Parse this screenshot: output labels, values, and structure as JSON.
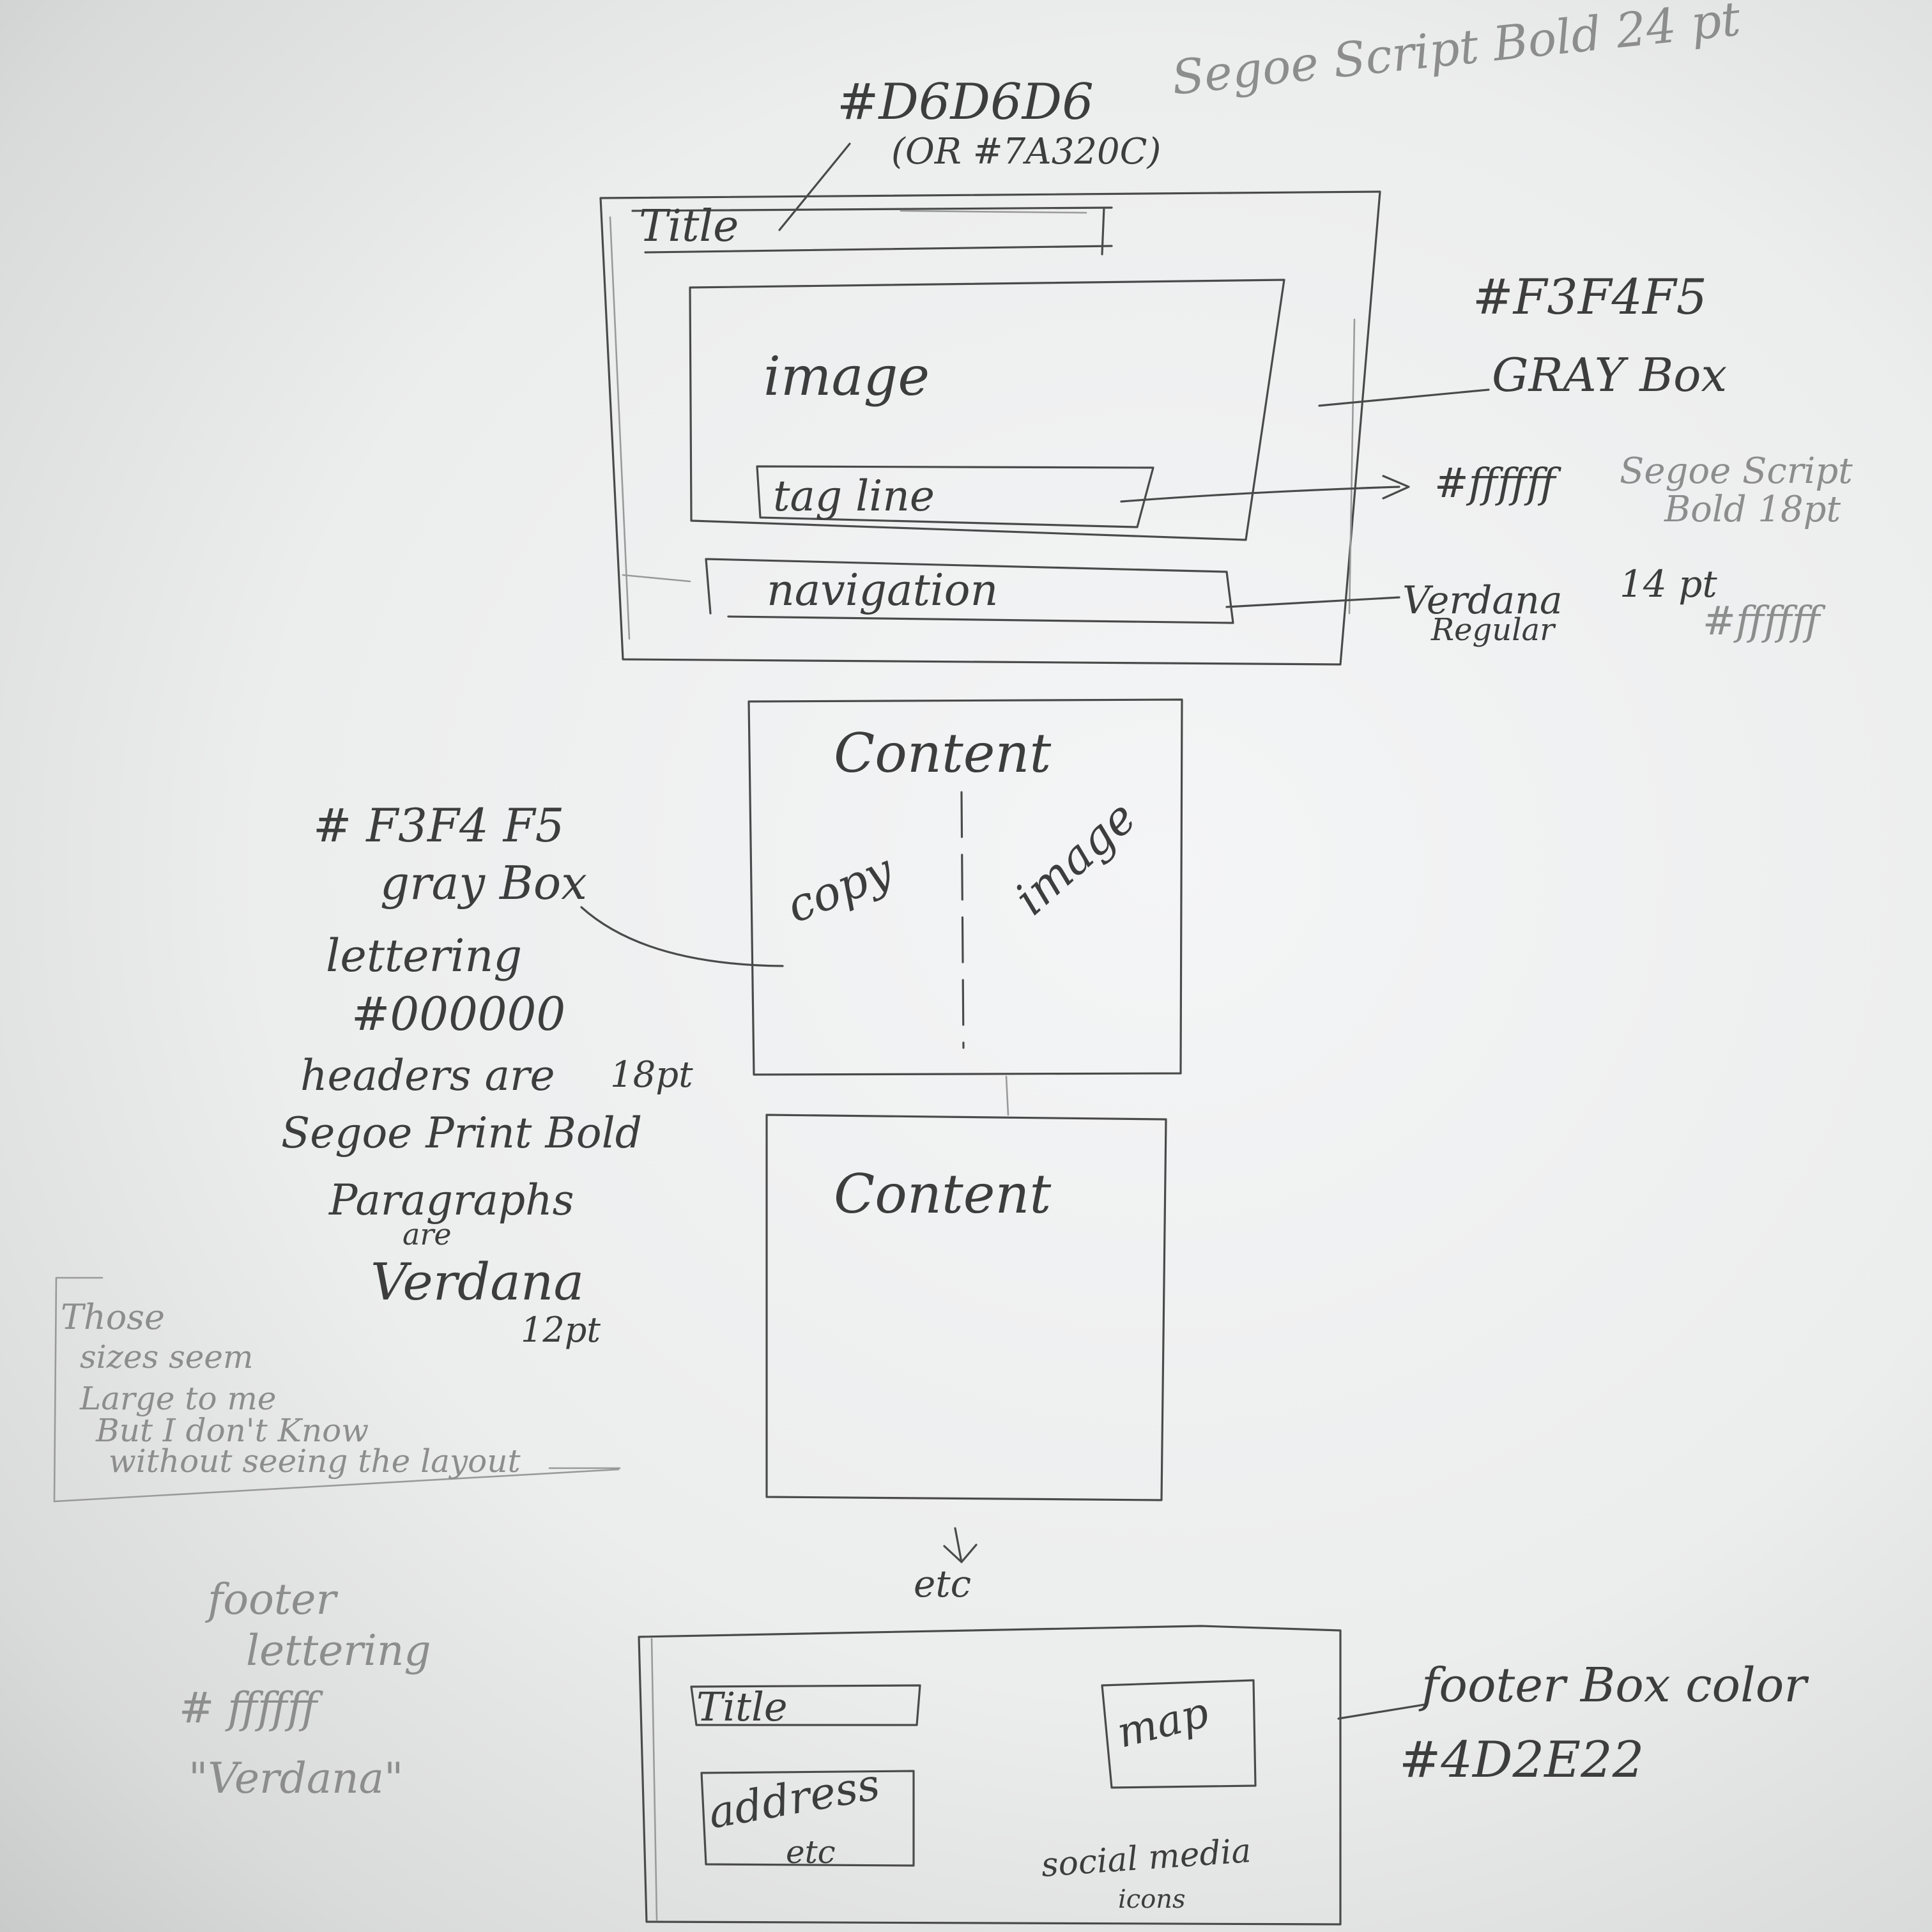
{
  "header_notes": {
    "title_color": "#D6D6D6",
    "title_color_alt": "(OR #7A320C)",
    "title_font": "Segoe Script Bold 24 pt",
    "box_color": "#F3F4F5",
    "box_label": "GRAY Box",
    "tagline_color": "#ffffff",
    "tagline_font_1": "Segoe Script",
    "tagline_font_2": "Bold 18pt",
    "nav_font_1": "Verdana",
    "nav_font_2": "Regular",
    "nav_size": "14 pt",
    "nav_color": "#ffffff"
  },
  "header_box": {
    "title": "Title",
    "image": "image",
    "tagline": "tag line",
    "navigation": "navigation"
  },
  "content_notes": {
    "box_color": "# F3F4 F5",
    "box_label": "gray Box",
    "lettering": "lettering",
    "lettering_color": "#000000",
    "headers_1": "headers are",
    "headers_2": "18pt",
    "headers_font": "Segoe Print Bold",
    "paragraphs_1": "Paragraphs",
    "paragraphs_2": "are",
    "paragraphs_font": "Verdana",
    "paragraphs_size": "12pt"
  },
  "content_box_1": {
    "heading": "Content",
    "copy": "copy",
    "image": "image"
  },
  "content_box_2": {
    "heading": "Content"
  },
  "side_note": {
    "line1": "Those",
    "line2": "sizes seem",
    "line3": "Large to me",
    "line4": "But I don't Know",
    "line5": "without seeing the layout"
  },
  "etc": "etc",
  "footer_notes": {
    "lettering_1": "footer",
    "lettering_2": "lettering",
    "lettering_color": "# ffffff",
    "lettering_font": "\"Verdana\"",
    "box_color_label": "footer Box color",
    "box_color": "#4D2E22"
  },
  "footer_box": {
    "title": "Title",
    "map": "map",
    "address_1": "address",
    "address_2": "etc",
    "social_1": "social media",
    "social_2": "icons"
  },
  "colors": {
    "title": "#D6D6D6",
    "title_alt": "#7A320C",
    "gray_box": "#F3F4F5",
    "white": "#ffffff",
    "black": "#000000",
    "footer_box": "#4D2E22"
  }
}
